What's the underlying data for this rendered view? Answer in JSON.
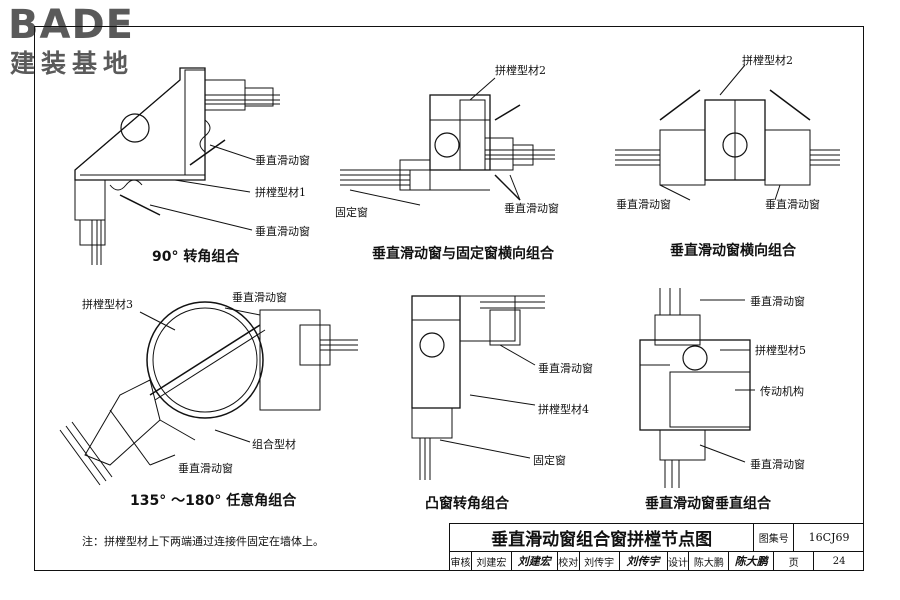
{
  "logo": {
    "brand": "BADE",
    "subtitle": "建装基地"
  },
  "labels": {
    "pinteng2_top": "拼樘型材2",
    "pinteng2_right": "拼樘型材2",
    "vsw_1": "垂直滑动窗",
    "pinteng1": "拼樘型材1",
    "vsw_2": "垂直滑动窗",
    "fixed_1": "固定窗",
    "vsw_3": "垂直滑动窗",
    "vsw_4": "垂直滑动窗",
    "vsw_5": "垂直滑动窗",
    "pinteng3": "拼樘型材3",
    "vsw_6": "垂直滑动窗",
    "zuhe": "组合型材",
    "vsw_7": "垂直滑动窗",
    "vsw_8": "垂直滑动窗",
    "pinteng4": "拼樘型材4",
    "fixed_2": "固定窗",
    "vsw_9": "垂直滑动窗",
    "pinteng5": "拼樘型材5",
    "chuandong": "传动机构",
    "vsw_10": "垂直滑动窗"
  },
  "captions": {
    "c1": "90° 转角组合",
    "c2": "垂直滑动窗与固定窗横向组合",
    "c3": "垂直滑动窗横向组合",
    "c4": "135° ～180° 任意角组合",
    "c5": "凸窗转角组合",
    "c6": "垂直滑动窗垂直组合"
  },
  "note": "注：拼樘型材上下两端通过连接件固定在墙体上。",
  "title_block": {
    "title": "垂直滑动窗组合窗拼樘节点图",
    "atlas_label": "图集号",
    "atlas_no": "16CJ69",
    "review_label": "审核",
    "review_name": "刘建宏",
    "review_sig": "刘建宏",
    "check_label": "校对",
    "check_name": "刘传宇",
    "check_sig": "刘传宇",
    "design_label": "设计",
    "design_name": "陈大鹏",
    "design_sig": "陈大鹏",
    "page_label": "页",
    "page_no": "24"
  }
}
